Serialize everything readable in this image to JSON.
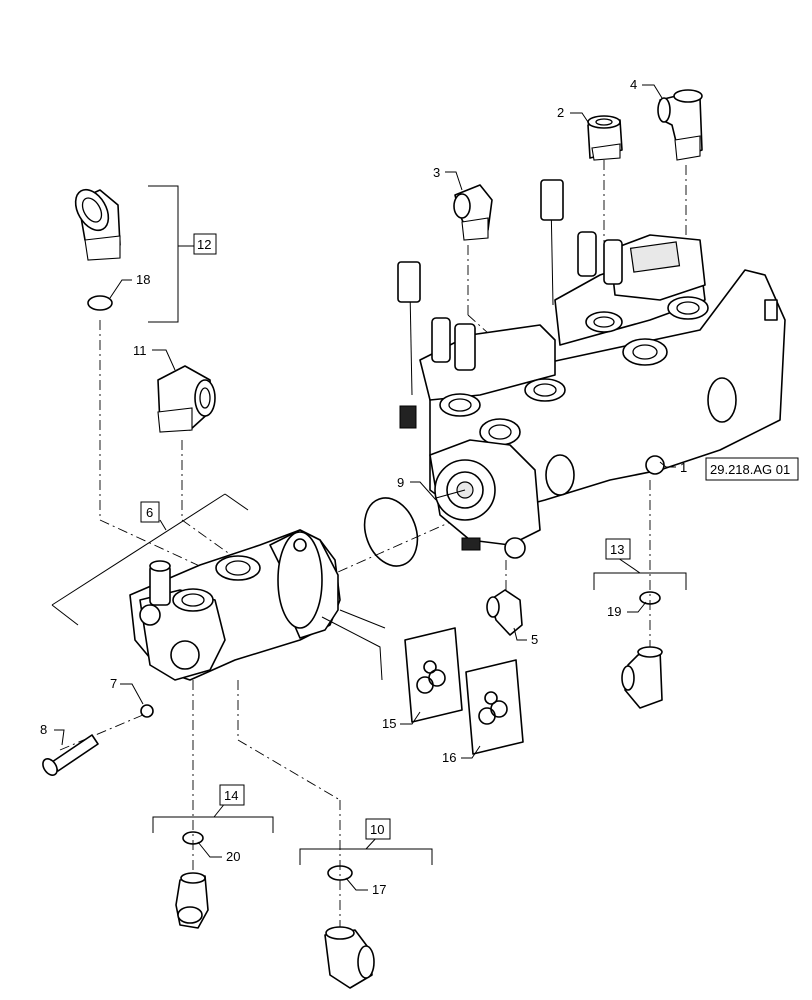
{
  "callouts": {
    "c1": "1",
    "c2": "2",
    "c3": "3",
    "c4": "4",
    "c5": "5",
    "c7": "7",
    "c8": "8",
    "c9": "9",
    "c11": "11",
    "c15": "15",
    "c16": "16",
    "c17": "17",
    "c18": "18",
    "c19": "19",
    "c20": "20"
  },
  "kit_boxes": {
    "k6": "6",
    "k10": "10",
    "k12": "12",
    "k13": "13",
    "k14": "14"
  },
  "reference": "29.218.AG 01"
}
